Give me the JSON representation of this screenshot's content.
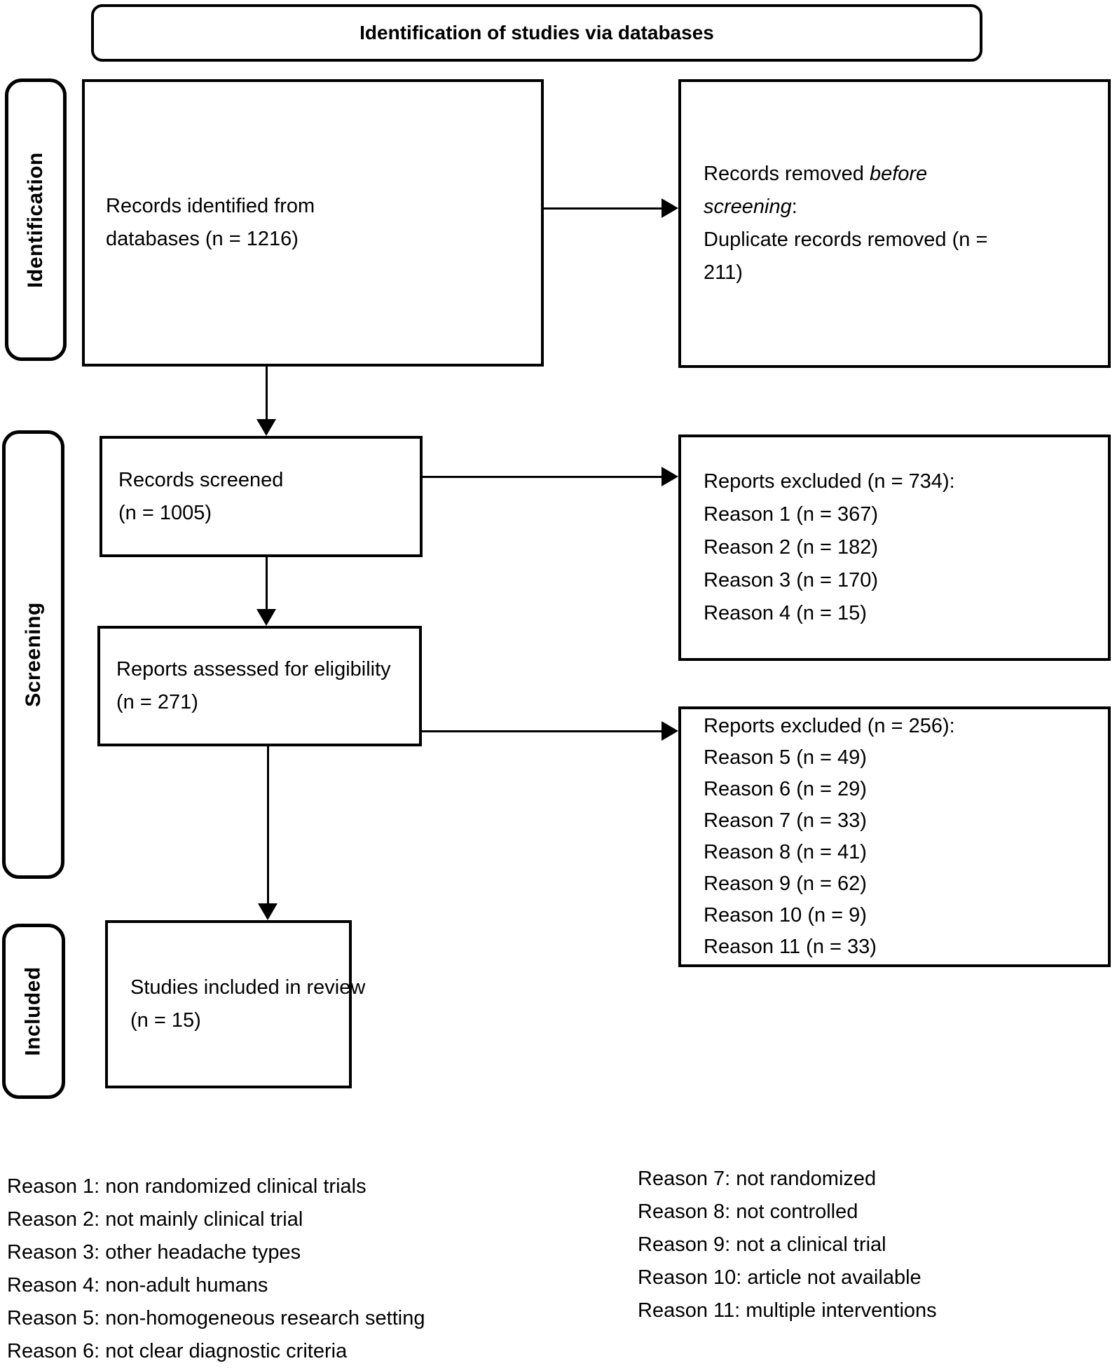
{
  "header": {
    "title": "Identification of studies via databases"
  },
  "stages": {
    "identification": "Identification",
    "screening": "Screening",
    "included": "Included"
  },
  "boxes": {
    "identified": {
      "lines": [
        "Records identified from",
        "databases (n = 1216)"
      ]
    },
    "removed": {
      "line1_normal": "Records removed ",
      "line1_italic": "before",
      "line2_italic": "screening",
      "line2_normal": ":",
      "lines_rest": [
        "Duplicate records removed (n =",
        "211)"
      ]
    },
    "screened": {
      "lines": [
        "Records screened",
        "(n = 1005)"
      ]
    },
    "excluded_screening": {
      "lines": [
        "Reports excluded (n = 734):",
        "Reason 1 (n = 367)",
        "Reason 2 (n = 182)",
        "Reason 3 (n = 170)",
        "Reason 4 (n = 15)"
      ]
    },
    "assessed": {
      "lines": [
        "Reports assessed for eligibility",
        "(n = 271)"
      ]
    },
    "excluded_eligibility": {
      "lines": [
        "Reports excluded (n = 256):",
        "Reason 5 (n = 49)",
        "Reason 6 (n = 29)",
        "Reason 7 (n = 33)",
        "Reason 8 (n = 41)",
        "Reason 9 (n = 62)",
        "Reason 10 (n = 9)",
        "Reason 11 (n = 33)"
      ]
    },
    "included_box": {
      "lines": [
        "Studies included in review",
        "(n = 15)"
      ]
    }
  },
  "legend": {
    "left": [
      "Reason 1: non randomized clinical trials",
      "Reason 2: not mainly clinical trial",
      "Reason 3: other headache types",
      "Reason 4: non-adult humans",
      "Reason 5: non-homogeneous research setting",
      "Reason 6: not clear diagnostic criteria"
    ],
    "right": [
      "Reason 7: not randomized",
      "Reason 8: not controlled",
      "Reason 9: not a clinical trial",
      "Reason 10: article not available",
      "Reason 11: multiple interventions"
    ]
  },
  "colors": {
    "ink": "#000000",
    "background": "#ffffff"
  }
}
